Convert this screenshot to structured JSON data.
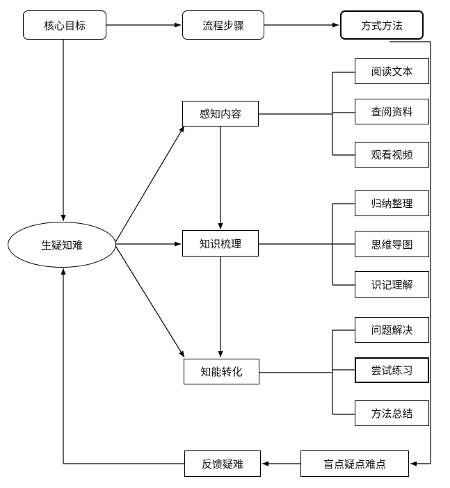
{
  "header": {
    "core_goal": "核心目标",
    "process_steps": "流程步骤",
    "methods": "方式方法"
  },
  "center_node": "生疑知难",
  "stages": {
    "perceive": "感知内容",
    "organize": "知识梳理",
    "transform": "知能转化"
  },
  "methods_list": {
    "read_text": "阅读文本",
    "check_material": "查阅资料",
    "watch_video": "观看视频",
    "summarize": "归纳整理",
    "mind_map": "思维导图",
    "memorize_understand": "识记理解",
    "solve_problems": "问题解决",
    "try_practice": "尝试练习",
    "method_summary": "方法总结"
  },
  "bottom": {
    "blind_spots": "盲点疑点难点",
    "feedback": "反馈疑难"
  }
}
